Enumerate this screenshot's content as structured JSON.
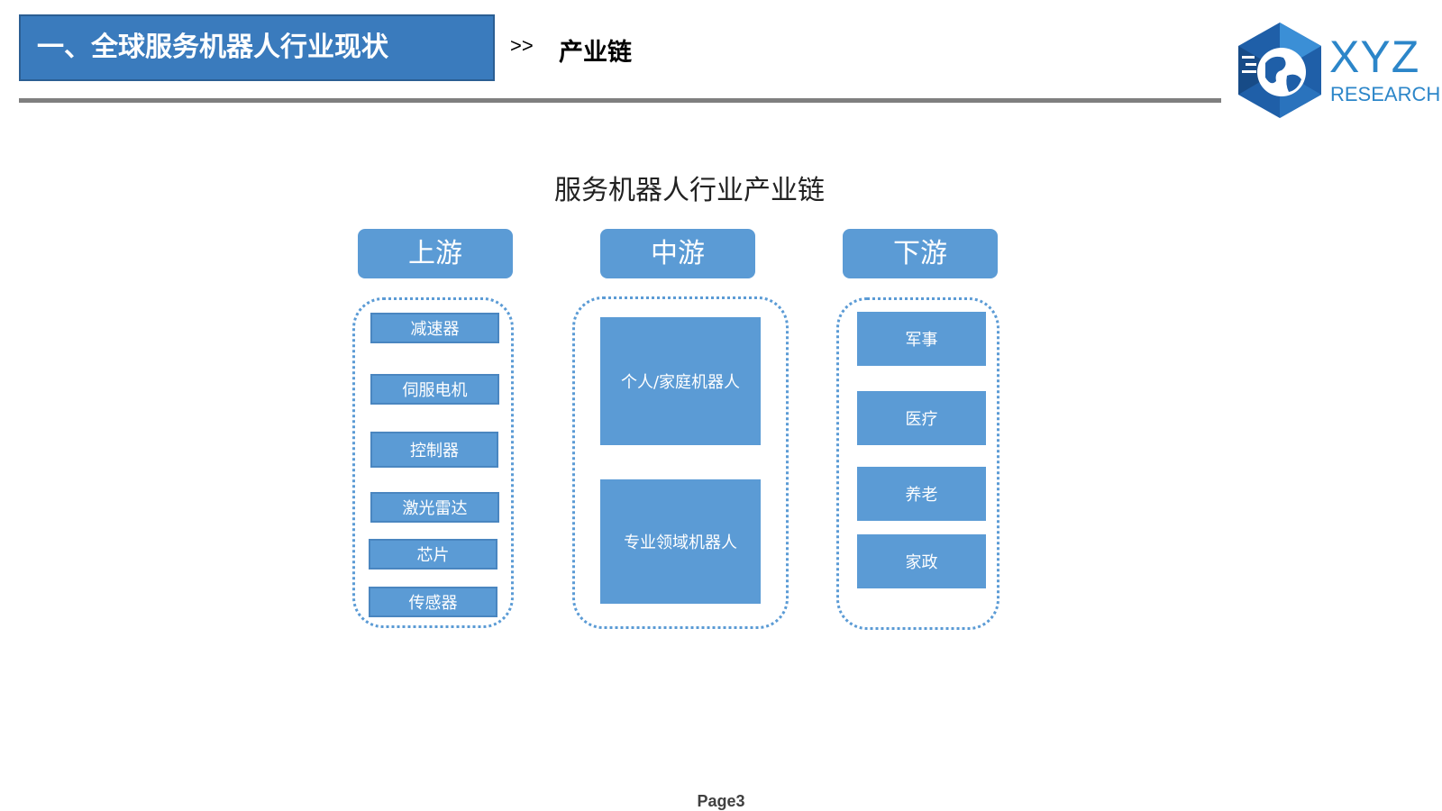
{
  "header": {
    "section_title": "一、全球服务机器人行业现状",
    "arrow": ">>",
    "subtitle": "产业链"
  },
  "logo": {
    "icon": "globe-hexagon-icon",
    "name": "XYZ",
    "tagline": "RESEARCH",
    "color": "#2c86c9"
  },
  "diagram": {
    "title": "服务机器人行业产业链",
    "columns": [
      {
        "header": "上游",
        "items": [
          "减速器",
          "伺服电机",
          "控制器",
          "激光雷达",
          "芯片",
          "传感器"
        ]
      },
      {
        "header": "中游",
        "items": [
          "个人/家庭机器人",
          "专业领域机器人"
        ]
      },
      {
        "header": "下游",
        "items": [
          "军事",
          "医疗",
          "养老",
          "家政"
        ]
      }
    ],
    "node_color": "#5b9bd5"
  },
  "footer": {
    "page_label": "Page3"
  }
}
